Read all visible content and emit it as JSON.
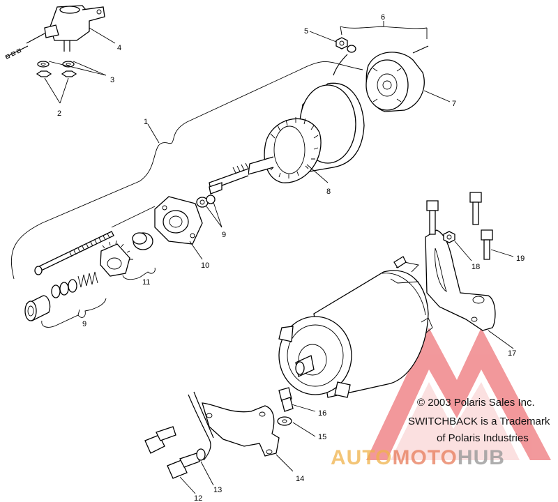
{
  "callouts": [
    {
      "id": "n1",
      "text": "1"
    },
    {
      "id": "n2",
      "text": "2"
    },
    {
      "id": "n3",
      "text": "3"
    },
    {
      "id": "n4",
      "text": "4"
    },
    {
      "id": "n5",
      "text": "5"
    },
    {
      "id": "n6",
      "text": "6"
    },
    {
      "id": "n7",
      "text": "7"
    },
    {
      "id": "n8",
      "text": "8"
    },
    {
      "id": "n9a",
      "text": "9"
    },
    {
      "id": "n9b",
      "text": "9"
    },
    {
      "id": "n10",
      "text": "10"
    },
    {
      "id": "n11",
      "text": "11"
    },
    {
      "id": "n12",
      "text": "12"
    },
    {
      "id": "n13",
      "text": "13"
    },
    {
      "id": "n14",
      "text": "14"
    },
    {
      "id": "n15",
      "text": "15"
    },
    {
      "id": "n16",
      "text": "16"
    },
    {
      "id": "n17",
      "text": "17"
    },
    {
      "id": "n18",
      "text": "18"
    },
    {
      "id": "n19",
      "text": "19"
    }
  ],
  "copyright": {
    "line1": "© 2003 Polaris Sales Inc.",
    "line2": "SWITCHBACK is a Trademark",
    "line3": "of Polaris Industries"
  },
  "watermark": {
    "part1": "AUTO",
    "part2": "MOTO",
    "part3": "HUB",
    "colors": {
      "auto": "#f0b24a",
      "moto": "#e87b5a",
      "hub": "#9a9a9a",
      "logo": "#e8454a"
    }
  }
}
